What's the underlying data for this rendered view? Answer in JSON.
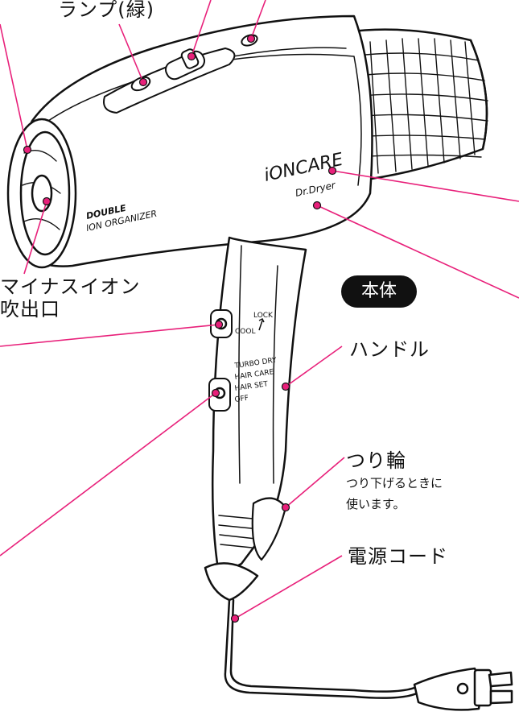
{
  "labels": {
    "lamp_green": "ランプ(緑)",
    "minus_ion_line1": "マイナスイオン",
    "minus_ion_line2": "吹出口",
    "body_badge": "本体",
    "handle": "ハンドル",
    "hanging_ring": "つり輪",
    "hanging_ring_note_line1": "つり下げるときに",
    "hanging_ring_note_line2": "使います。",
    "power_cord": "電源コード"
  },
  "product_printing": {
    "brand": "iONCARE",
    "sub_brand": "Dr.Dryer",
    "double": "DOUBLE",
    "ion_organizer": "ION ORGANIZER",
    "lock": "LOCK",
    "cool": "COOL",
    "mode_turbo": "TURBO DRY",
    "mode_haircare": "HAIR CARE",
    "mode_hairset": "HAIR SET",
    "mode_off": "OFF"
  },
  "colors": {
    "leader_line": "#e8207a",
    "badge_bg": "#111111",
    "badge_text": "#ffffff",
    "outline": "#111111"
  }
}
